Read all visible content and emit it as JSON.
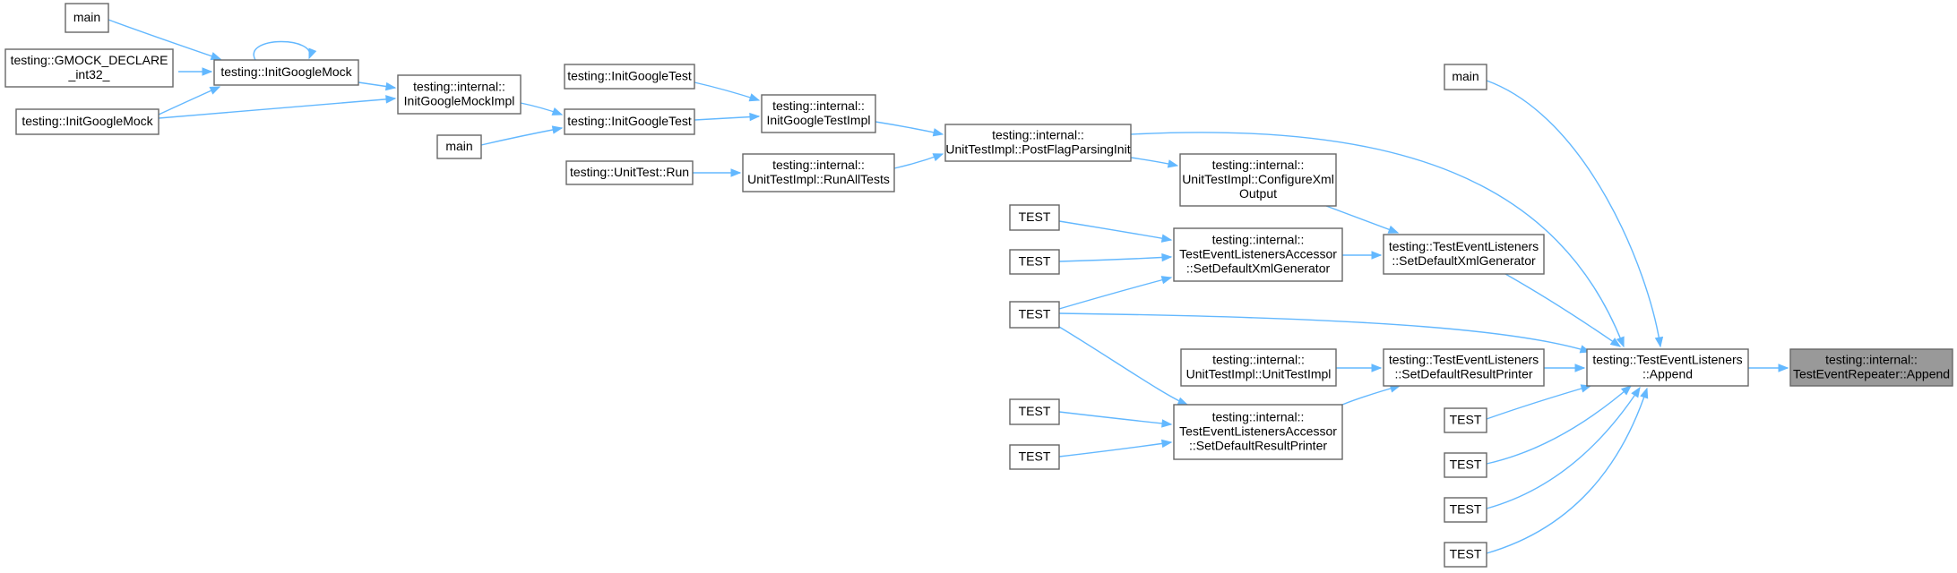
{
  "diagram": {
    "colors": {
      "edge": "#63b8ff",
      "node_border": "#666666",
      "node_fill": "#ffffff",
      "highlight_fill": "#999999"
    },
    "nodes": [
      {
        "id": "main1",
        "lines": [
          "main"
        ]
      },
      {
        "id": "gmock_declare",
        "lines": [
          "testing::GMOCK_DECLARE",
          "_int32_"
        ]
      },
      {
        "id": "initgooglemock_a",
        "lines": [
          "testing::InitGoogleMock"
        ]
      },
      {
        "id": "initgooglemock_b",
        "lines": [
          "testing::InitGoogleMock"
        ]
      },
      {
        "id": "initgooglemockimpl",
        "lines": [
          "testing::internal::",
          "InitGoogleMockImpl"
        ]
      },
      {
        "id": "initgoogletest_a",
        "lines": [
          "testing::InitGoogleTest"
        ]
      },
      {
        "id": "initgoogletest_b",
        "lines": [
          "testing::InitGoogleTest"
        ]
      },
      {
        "id": "main2",
        "lines": [
          "main"
        ]
      },
      {
        "id": "initgoogletestimpl",
        "lines": [
          "testing::internal::",
          "InitGoogleTestImpl"
        ]
      },
      {
        "id": "unittest_run",
        "lines": [
          "testing::UnitTest::Run"
        ]
      },
      {
        "id": "runalltests",
        "lines": [
          "testing::internal::",
          "UnitTestImpl::RunAllTests"
        ]
      },
      {
        "id": "postflagparsinginit",
        "lines": [
          "testing::internal::",
          "UnitTestImpl::PostFlagParsingInit"
        ]
      },
      {
        "id": "configurexmloutput",
        "lines": [
          "testing::internal::",
          "UnitTestImpl::ConfigureXml",
          "Output"
        ]
      },
      {
        "id": "main3",
        "lines": [
          "main"
        ]
      },
      {
        "id": "test1",
        "lines": [
          "TEST"
        ]
      },
      {
        "id": "test2",
        "lines": [
          "TEST"
        ]
      },
      {
        "id": "test3",
        "lines": [
          "TEST"
        ]
      },
      {
        "id": "accessor_xml",
        "lines": [
          "testing::internal::",
          "TestEventListenersAccessor",
          "::SetDefaultXmlGenerator"
        ]
      },
      {
        "id": "listeners_xml",
        "lines": [
          "testing::TestEventListeners",
          "::SetDefaultXmlGenerator"
        ]
      },
      {
        "id": "unittestimpl_ctor",
        "lines": [
          "testing::internal::",
          "UnitTestImpl::UnitTestImpl"
        ]
      },
      {
        "id": "listeners_result",
        "lines": [
          "testing::TestEventListeners",
          "::SetDefaultResultPrinter"
        ]
      },
      {
        "id": "test4",
        "lines": [
          "TEST"
        ]
      },
      {
        "id": "test5",
        "lines": [
          "TEST"
        ]
      },
      {
        "id": "accessor_result",
        "lines": [
          "testing::internal::",
          "TestEventListenersAccessor",
          "::SetDefaultResultPrinter"
        ]
      },
      {
        "id": "listeners_append",
        "lines": [
          "testing::TestEventListeners",
          "::Append"
        ]
      },
      {
        "id": "repeater_append",
        "lines": [
          "testing::internal::",
          "TestEventRepeater::Append"
        ],
        "highlight": true
      },
      {
        "id": "test6",
        "lines": [
          "TEST"
        ]
      },
      {
        "id": "test7",
        "lines": [
          "TEST"
        ]
      },
      {
        "id": "test8",
        "lines": [
          "TEST"
        ]
      },
      {
        "id": "test9",
        "lines": [
          "TEST"
        ]
      }
    ],
    "edges": [
      {
        "from": "main1",
        "to": "initgooglemock_a"
      },
      {
        "from": "gmock_declare",
        "to": "initgooglemock_a"
      },
      {
        "from": "initgooglemock_b",
        "to": "initgooglemock_a"
      },
      {
        "from": "initgooglemock_a",
        "to": "initgooglemock_a"
      },
      {
        "from": "initgooglemock_a",
        "to": "initgooglemockimpl"
      },
      {
        "from": "initgooglemock_b",
        "to": "initgooglemockimpl"
      },
      {
        "from": "initgooglemockimpl",
        "to": "initgoogletest_b"
      },
      {
        "from": "main2",
        "to": "initgoogletest_b"
      },
      {
        "from": "initgoogletest_a",
        "to": "initgoogletestimpl"
      },
      {
        "from": "initgoogletest_b",
        "to": "initgoogletestimpl"
      },
      {
        "from": "unittest_run",
        "to": "runalltests"
      },
      {
        "from": "initgoogletestimpl",
        "to": "postflagparsinginit"
      },
      {
        "from": "runalltests",
        "to": "postflagparsinginit"
      },
      {
        "from": "postflagparsinginit",
        "to": "configurexmloutput"
      },
      {
        "from": "postflagparsinginit",
        "to": "listeners_append"
      },
      {
        "from": "configurexmloutput",
        "to": "listeners_xml"
      },
      {
        "from": "test1",
        "to": "accessor_xml"
      },
      {
        "from": "test2",
        "to": "accessor_xml"
      },
      {
        "from": "test3",
        "to": "accessor_xml"
      },
      {
        "from": "accessor_xml",
        "to": "listeners_xml"
      },
      {
        "from": "test3",
        "to": "listeners_append"
      },
      {
        "from": "test3",
        "to": "accessor_result"
      },
      {
        "from": "test4",
        "to": "accessor_result"
      },
      {
        "from": "test5",
        "to": "accessor_result"
      },
      {
        "from": "unittestimpl_ctor",
        "to": "listeners_result"
      },
      {
        "from": "accessor_result",
        "to": "listeners_result"
      },
      {
        "from": "listeners_xml",
        "to": "listeners_append"
      },
      {
        "from": "listeners_result",
        "to": "listeners_append"
      },
      {
        "from": "main3",
        "to": "listeners_append"
      },
      {
        "from": "test6",
        "to": "listeners_append"
      },
      {
        "from": "test7",
        "to": "listeners_append"
      },
      {
        "from": "test8",
        "to": "listeners_append"
      },
      {
        "from": "test9",
        "to": "listeners_append"
      },
      {
        "from": "listeners_append",
        "to": "repeater_append"
      }
    ]
  }
}
